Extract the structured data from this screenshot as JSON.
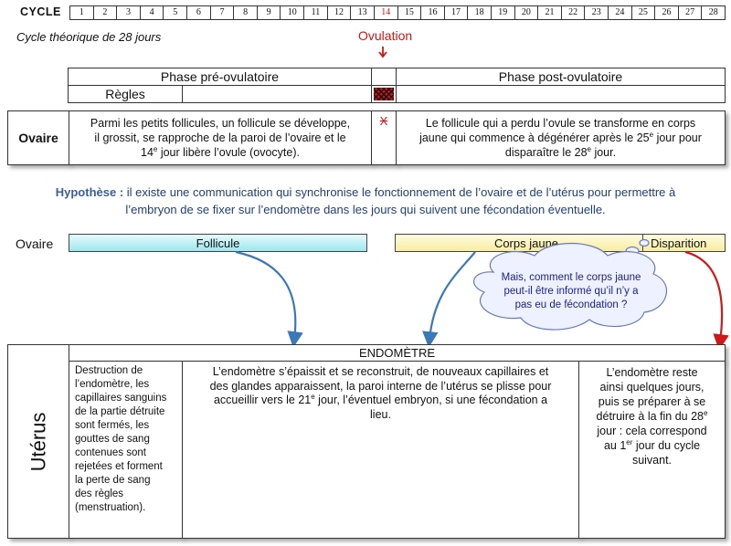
{
  "cycle": {
    "label": "CYCLE",
    "days": [
      "1",
      "2",
      "3",
      "4",
      "5",
      "6",
      "7",
      "8",
      "9",
      "10",
      "11",
      "12",
      "13",
      "14",
      "15",
      "16",
      "17",
      "18",
      "19",
      "20",
      "21",
      "22",
      "23",
      "24",
      "25",
      "26",
      "27",
      "28"
    ],
    "ovulation_day_index": 13,
    "ovulation_color": "#d21414"
  },
  "subtitle": "Cycle théorique de 28 jours",
  "ovulation_label": "Ovulation",
  "phases": {
    "pre": "Phase pré-ovulatoire",
    "post": "Phase post-ovulatoire",
    "regles": "Règles"
  },
  "ovaire_row": {
    "label": "Ovaire",
    "left_a": "Parmi les petits follicules, un follicule se développe,",
    "left_b": "il grossit, se rapproche de la paroi de l’ovaire et le",
    "left_c_num": "14",
    "left_c_sup": "e",
    "left_c_rest": " jour libère l’ovule (ovocyte).",
    "marker": "X",
    "right_a": "Le follicule qui a perdu l’ovule se transforme en corps",
    "right_b_pre": "jaune qui commence à dégénérer après le 25",
    "right_b_sup": "e",
    "right_b_post": " jour pour",
    "right_c_pre": "disparaître le 28",
    "right_c_sup": "e",
    "right_c_post": " jour."
  },
  "hypothese": {
    "label": "Hypothèse :",
    "line1": "il existe une communication qui synchronise le fonctionnement de l’ovaire et de l’utérus pour permettre à",
    "line2": "l’embryon de se fixer sur l’endomètre dans les jours qui suivent une fécondation éventuelle."
  },
  "bars": {
    "row_label": "Ovaire",
    "follicule": "Follicule",
    "corps_jaune": "Corps jaune",
    "disparition": "Disparition"
  },
  "cloud": {
    "line1": "Mais, comment le corps jaune",
    "line2": "peut-il être informé qu’il n’y a",
    "line3": "pas eu de fécondation ?"
  },
  "uterus": {
    "label": "Utérus",
    "endometre": "ENDOMÈTRE",
    "col1": [
      "Destruction de",
      "l’endomètre, les",
      "capillaires sanguins",
      "de la partie détruite",
      "sont fermés, les",
      "gouttes de sang",
      "contenues sont",
      "rejetées et forment",
      "la perte de sang",
      "des règles",
      "(menstruation)."
    ],
    "col2_a": "L’endomètre s’épaissit et se reconstruit, de nouveaux capillaires et",
    "col2_b": "des glandes apparaissent, la paroi interne de l’utérus se plisse pour",
    "col2_c_pre": "accueillir vers le 21",
    "col2_c_sup": "e",
    "col2_c_post": " jour, l’éventuel embryon, si une fécondation a",
    "col2_d": "lieu.",
    "col3_a": "L’endomètre reste",
    "col3_b": "ainsi quelques jours,",
    "col3_c": "puis se préparer à se",
    "col3_d_pre": "détruire à la fin du 28",
    "col3_d_sup": "e",
    "col3_e": "jour : cela correspond",
    "col3_f_pre": "au 1",
    "col3_f_sup": "er",
    "col3_f_post": " jour du cycle",
    "col3_g": "suivant."
  },
  "colors": {
    "hypothese_text": "#1f3f74",
    "arrow_blue": "#3a78b8",
    "arrow_red": "#d01818",
    "cloud_text": "#1a1f8a",
    "follicule_bar": "#c9f3f8",
    "corps_jaune_bar": "#fbf4c0"
  }
}
